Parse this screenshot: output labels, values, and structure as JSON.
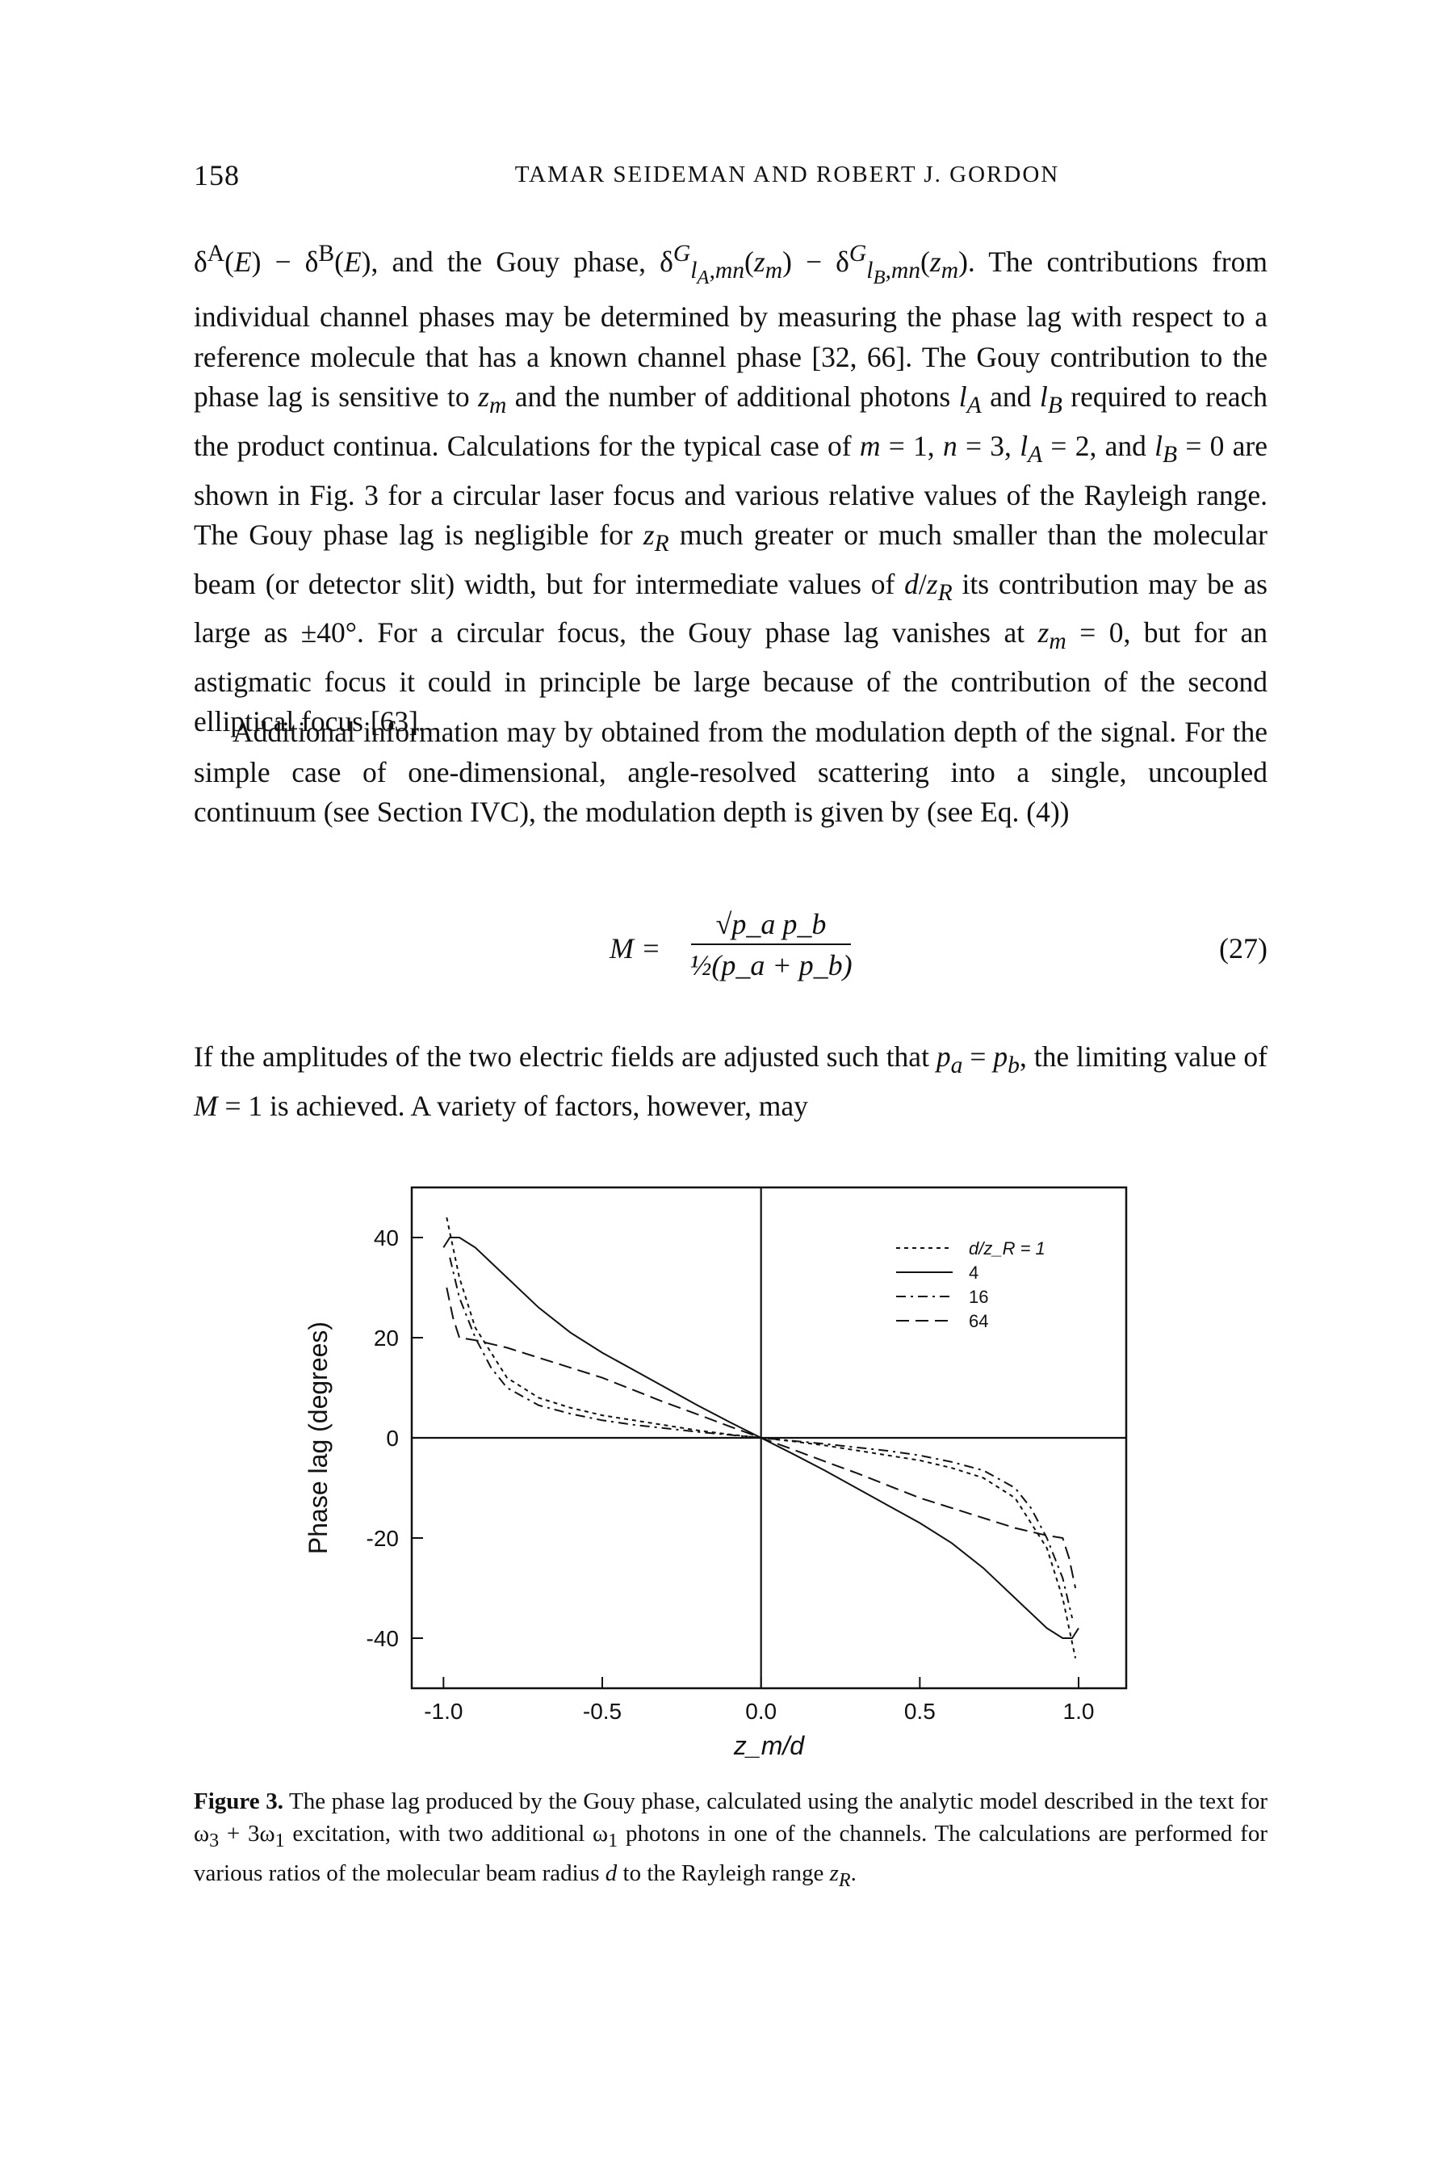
{
  "page": {
    "number": "158",
    "running_title": "TAMAR SEIDEMAN AND ROBERT J. GORDON"
  },
  "paragraphs": {
    "p1_html": "δ<sup>A</sup>(<i>E</i>) − δ<sup>B</sup>(<i>E</i>), and the Gouy phase, δ<sup><i>G</i></sup><sub><i>l<sub>A</sub>,mn</i></sub>(<i>z<sub>m</sub></i>) − δ<sup><i>G</i></sup><sub><i>l<sub>B</sub>,mn</i></sub>(<i>z<sub>m</sub></i>). The contributions from individual channel phases may be determined by measuring the phase lag with respect to a reference molecule that has a known channel phase [32, 66]. The Gouy contribution to the phase lag is sensitive to <i>z<sub>m</sub></i> and the number of additional photons <i>l<sub>A</sub></i> and <i>l<sub>B</sub></i> required to reach the product continua. Calculations for the typical case of <i>m</i> = 1, <i>n</i> = 3, <i>l<sub>A</sub></i> = 2, and <i>l<sub>B</sub></i> = 0 are shown in Fig. 3 for a circular laser focus and various relative values of the Rayleigh range. The Gouy phase lag is negligible for <i>z<sub>R</sub></i> much greater or much smaller than the molecular beam (or detector slit) width, but for intermediate values of <i>d</i>/<i>z<sub>R</sub></i> its contribution may be as large as ±40°. For a circular focus, the Gouy phase lag vanishes at <i>z<sub>m</sub></i> = 0, but for an astigmatic focus it could in principle be large because of the contribution of the second elliptical focus [63].",
    "p2": "Additional information may by obtained from the modulation depth of the signal. For the simple case of one-dimensional, angle-resolved scattering into a single, uncoupled continuum (see Section IVC), the modulation depth is given by (see Eq. (4))",
    "p3_html": "If the amplitudes of the two electric fields are adjusted such that <i>p<sub>a</sub></i> = <i>p<sub>b</sub></i>, the limiting value of <i>M</i> = 1 is achieved. A variety of factors, however, may"
  },
  "equation": {
    "lhs": "M =",
    "numerator": "√p_a p_b",
    "denominator": "½(p_a + p_b)",
    "number": "(27)"
  },
  "caption": {
    "label": "Figure 3.",
    "text_html": " The phase lag produced by the Gouy phase, calculated using the analytic model described in the text for ω<sub>3</sub> + 3ω<sub>1</sub> excitation, with two additional ω<sub>1</sub> photons in one of the channels. The calculations are performed for various ratios of the molecular beam radius <i>d</i> to the Rayleigh range <i>z<sub>R</sub></i>."
  },
  "chart_data": {
    "type": "line",
    "xlabel": "z_m/d",
    "ylabel": "Phase lag (degrees)",
    "xlim": [
      -1.1,
      1.15
    ],
    "ylim": [
      -50,
      50
    ],
    "xticks": [
      -1.0,
      -0.5,
      0.0,
      0.5,
      1.0
    ],
    "xtick_labels": [
      "-1.0",
      "-0.5",
      "0.0",
      "0.5",
      "1.0"
    ],
    "yticks": [
      40,
      20,
      0,
      -20,
      -40
    ],
    "ytick_labels": [
      "40",
      "20",
      "0",
      "-20",
      "-40"
    ],
    "legend_position": "top-right",
    "legend_title": "d/z_R = 1",
    "series": [
      {
        "name": "1",
        "dash": "short-dash",
        "x": [
          -0.99,
          -0.95,
          -0.9,
          -0.8,
          -0.7,
          -0.6,
          -0.5,
          -0.4,
          -0.3,
          -0.2,
          -0.1,
          0.0,
          0.1,
          0.2,
          0.3,
          0.4,
          0.5,
          0.6,
          0.7,
          0.8,
          0.9,
          0.95,
          0.99
        ],
        "y": [
          44,
          32,
          22,
          12,
          8,
          6,
          4.5,
          3.5,
          2.5,
          1.5,
          0.7,
          0,
          -0.7,
          -1.5,
          -2.5,
          -3.5,
          -4.5,
          -6,
          -8,
          -12,
          -22,
          -32,
          -44
        ]
      },
      {
        "name": "4",
        "dash": "solid",
        "x": [
          -1.0,
          -0.98,
          -0.95,
          -0.9,
          -0.8,
          -0.7,
          -0.6,
          -0.5,
          -0.4,
          -0.3,
          -0.2,
          -0.1,
          0.0,
          0.1,
          0.2,
          0.3,
          0.4,
          0.5,
          0.6,
          0.7,
          0.8,
          0.9,
          0.95,
          0.98,
          1.0
        ],
        "y": [
          38,
          40,
          40,
          38,
          32,
          26,
          21,
          17,
          13.5,
          10,
          6.5,
          3.2,
          0,
          -3.2,
          -6.5,
          -10,
          -13.5,
          -17,
          -21,
          -26,
          -32,
          -38,
          -40,
          -40,
          -38
        ]
      },
      {
        "name": "16",
        "dash": "dash-dot",
        "x": [
          -0.98,
          -0.95,
          -0.9,
          -0.85,
          -0.8,
          -0.7,
          -0.6,
          -0.5,
          -0.4,
          -0.3,
          -0.2,
          -0.1,
          0.0,
          0.1,
          0.2,
          0.3,
          0.4,
          0.5,
          0.6,
          0.7,
          0.8,
          0.85,
          0.9,
          0.95,
          0.98
        ],
        "y": [
          36,
          28,
          20,
          14,
          10,
          6.5,
          4.8,
          3.5,
          2.6,
          1.9,
          1.2,
          0.6,
          0,
          -0.6,
          -1.2,
          -1.9,
          -2.6,
          -3.5,
          -4.8,
          -6.5,
          -10,
          -14,
          -20,
          -28,
          -36
        ]
      },
      {
        "name": "64",
        "dash": "long-dash",
        "x": [
          -0.99,
          -0.97,
          -0.95,
          -0.9,
          -0.8,
          -0.7,
          -0.6,
          -0.5,
          -0.4,
          -0.3,
          -0.2,
          -0.1,
          0.0,
          0.1,
          0.2,
          0.3,
          0.4,
          0.5,
          0.6,
          0.7,
          0.8,
          0.9,
          0.95,
          0.97,
          0.99
        ],
        "y": [
          30,
          24,
          20,
          19.5,
          18,
          16,
          14,
          12,
          9.5,
          7,
          4.7,
          2.3,
          0,
          -2.3,
          -4.7,
          -7,
          -9.5,
          -12,
          -14,
          -16,
          -18,
          -19.5,
          -20,
          -24,
          -30
        ]
      }
    ]
  }
}
